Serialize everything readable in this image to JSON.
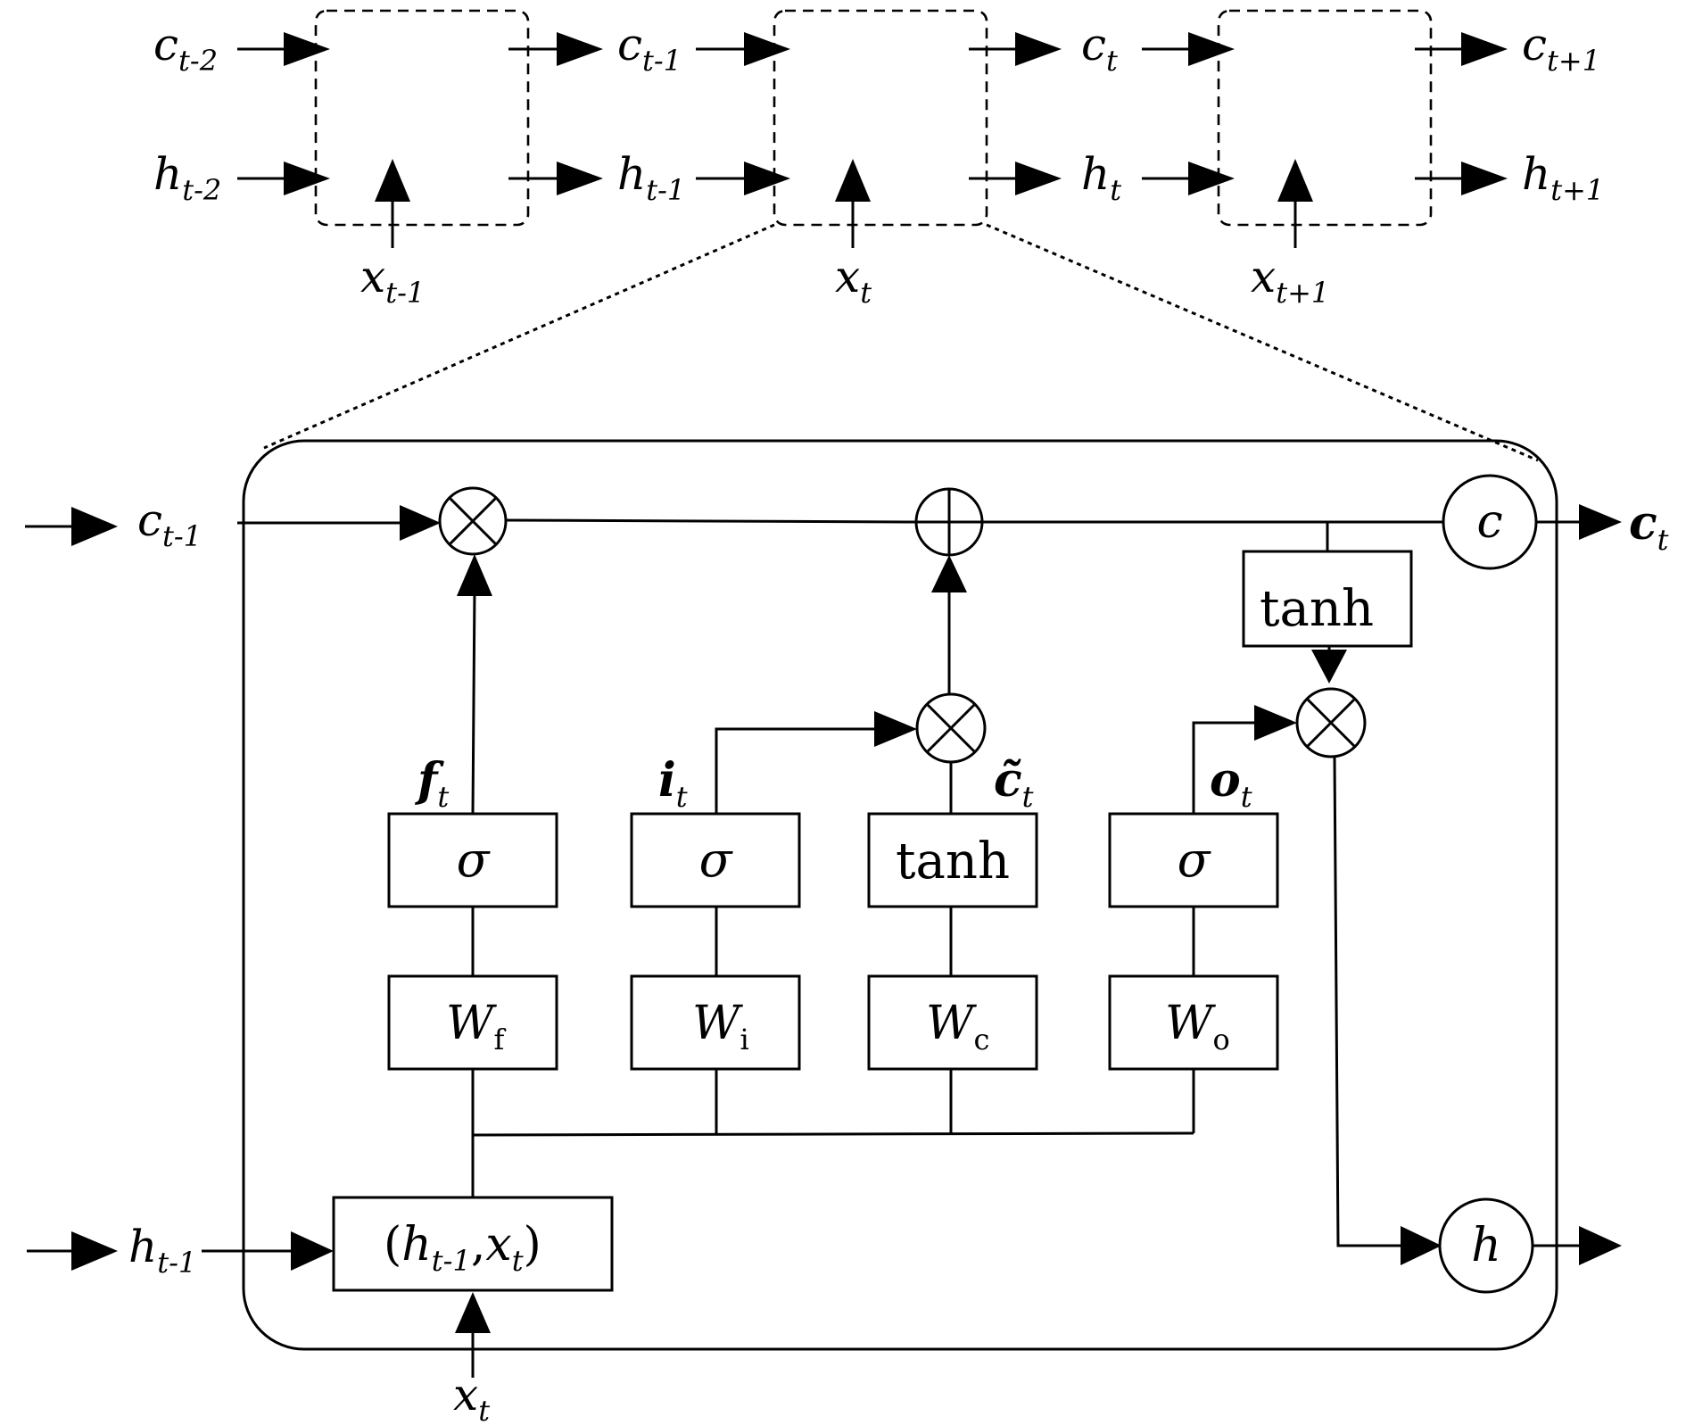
{
  "colors": {
    "ink": "#000000",
    "background": "#ffffff"
  },
  "top_row": {
    "cells": [
      {
        "c_in": "c",
        "c_in_sub": "t-2",
        "h_in": "h",
        "h_in_sub": "t-2",
        "x": "x",
        "x_sub": "t-1"
      },
      {
        "c_in": "c",
        "c_in_sub": "t-1",
        "h_in": "h",
        "h_in_sub": "t-1",
        "x": "x",
        "x_sub": "t"
      },
      {
        "c_in": "c",
        "c_in_sub": "t",
        "h_in": "h",
        "h_in_sub": "t",
        "x": "x",
        "x_sub": "t+1"
      }
    ],
    "c_out": "c",
    "c_out_sub": "t+1",
    "h_out": "h",
    "h_out_sub": "t+1"
  },
  "cell": {
    "c_prev": "c",
    "c_prev_sub": "t-1",
    "h_prev": "h",
    "h_prev_sub": "t-1",
    "x_in": "x",
    "x_in_sub": "t",
    "concat": {
      "open": "(",
      "h": "h",
      "h_sub": "t-1",
      "comma": ",",
      "x": "x",
      "x_sub": "t",
      "close": ")"
    },
    "gates": [
      {
        "act": "σ",
        "weight": "W",
        "weight_sub": "f",
        "out": "f",
        "out_sub": "t"
      },
      {
        "act": "σ",
        "weight": "W",
        "weight_sub": "i",
        "out": "i",
        "out_sub": "t"
      },
      {
        "act": "tanh",
        "weight": "W",
        "weight_sub": "c",
        "out": "c̃",
        "out_sub": "t"
      },
      {
        "act": "σ",
        "weight": "W",
        "weight_sub": "o",
        "out": "o",
        "out_sub": "t"
      }
    ],
    "cell_tanh": "tanh",
    "c_node": "c",
    "h_node": "h",
    "c_out": "c",
    "c_out_sub": "t"
  }
}
